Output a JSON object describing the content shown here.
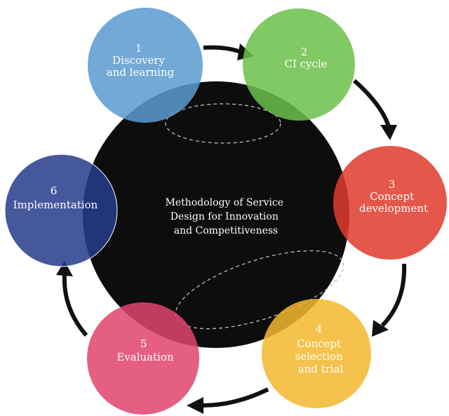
{
  "center": {
    "lines": [
      "Methodology of Service",
      "Design for Innovation",
      "and Competitiveness"
    ],
    "color": "#0d0d0d"
  },
  "stages": [
    {
      "number": "1",
      "lines": [
        "Discovery",
        "and learning"
      ],
      "color": "#5b9bd0"
    },
    {
      "number": "2",
      "lines": [
        "CI cycle"
      ],
      "color": "#6cc04a"
    },
    {
      "number": "3",
      "lines": [
        "Concept",
        "development"
      ],
      "color": "#e03b2c"
    },
    {
      "number": "4",
      "lines": [
        "Concept",
        "selection",
        "and trial"
      ],
      "color": "#f2b830"
    },
    {
      "number": "5",
      "lines": [
        "Evaluation"
      ],
      "color": "#e0456e"
    },
    {
      "number": "6",
      "lines": [
        "Implementation"
      ],
      "color": "#283c8c"
    }
  ],
  "arrow_color": "#111111"
}
